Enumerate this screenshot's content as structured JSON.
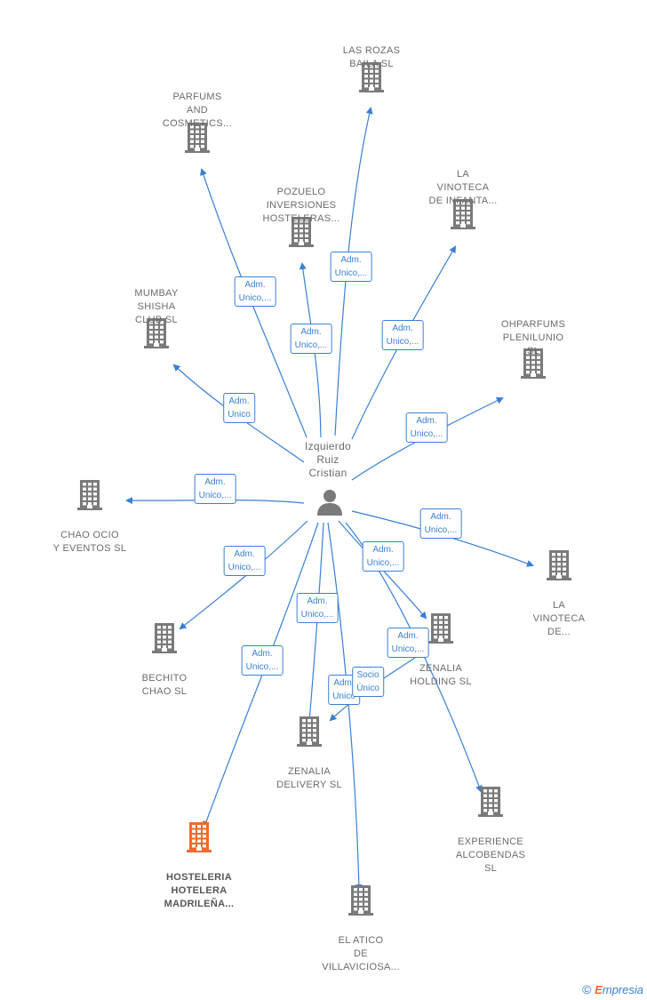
{
  "center": {
    "label_lines": [
      "Izquierdo",
      "Ruiz",
      "Cristian"
    ]
  },
  "nodes": [
    {
      "id": "n1",
      "label_lines": [
        "LAS ROZAS",
        "BAILA  SL"
      ],
      "highlight": false
    },
    {
      "id": "n2",
      "label_lines": [
        "PARFUMS",
        "AND",
        "COSMETICS..."
      ],
      "highlight": false
    },
    {
      "id": "n3",
      "label_lines": [
        "POZUELO",
        "INVERSIONES",
        "HOSTELERAS..."
      ],
      "highlight": false
    },
    {
      "id": "n4",
      "label_lines": [
        "LA",
        "VINOTECA",
        "DE INFANTA..."
      ],
      "highlight": false
    },
    {
      "id": "n5",
      "label_lines": [
        "MUMBAY",
        "SHISHA",
        "CLUB  SL"
      ],
      "highlight": false
    },
    {
      "id": "n6",
      "label_lines": [
        "OHPARFUMS",
        "PLENILUNIO",
        "SL"
      ],
      "highlight": false
    },
    {
      "id": "n7",
      "label_lines": [
        "CHAO OCIO",
        "Y EVENTOS  SL"
      ],
      "highlight": false
    },
    {
      "id": "n8",
      "label_lines": [
        "LA",
        "VINOTECA",
        "DE..."
      ],
      "highlight": false
    },
    {
      "id": "n9",
      "label_lines": [
        "BECHITO",
        "CHAO  SL"
      ],
      "highlight": false
    },
    {
      "id": "n10",
      "label_lines": [
        "ZENALIA",
        "HOLDING  SL"
      ],
      "highlight": false
    },
    {
      "id": "n11",
      "label_lines": [
        "ZENALIA",
        "DELIVERY  SL"
      ],
      "highlight": false
    },
    {
      "id": "n12",
      "label_lines": [
        "EXPERIENCE",
        "ALCOBENDAS",
        "SL"
      ],
      "highlight": false
    },
    {
      "id": "n13",
      "label_lines": [
        "HOSTELERIA",
        "HOTELERA",
        "MADRILEÑA..."
      ],
      "highlight": true
    },
    {
      "id": "n14",
      "label_lines": [
        "EL ATICO",
        "DE",
        "VILLAVICIOSA..."
      ],
      "highlight": false
    }
  ],
  "edge_labels": [
    {
      "id": "e1",
      "lines": [
        "Adm.",
        "Unico,..."
      ]
    },
    {
      "id": "e2",
      "lines": [
        "Adm.",
        "Unico,..."
      ]
    },
    {
      "id": "e3",
      "lines": [
        "Adm.",
        "Unico,..."
      ]
    },
    {
      "id": "e4",
      "lines": [
        "Adm.",
        "Unico,..."
      ]
    },
    {
      "id": "e5",
      "lines": [
        "Adm.",
        "Unico"
      ]
    },
    {
      "id": "e6",
      "lines": [
        "Adm.",
        "Unico,..."
      ]
    },
    {
      "id": "e7",
      "lines": [
        "Adm.",
        "Unico,..."
      ]
    },
    {
      "id": "e8",
      "lines": [
        "Adm.",
        "Unico,..."
      ]
    },
    {
      "id": "e9",
      "lines": [
        "Adm.",
        "Unico,..."
      ]
    },
    {
      "id": "e10",
      "lines": [
        "Adm.",
        "Unico,..."
      ]
    },
    {
      "id": "e11",
      "lines": [
        "Adm.",
        "Unico,..."
      ]
    },
    {
      "id": "e12",
      "lines": [
        "Adm.",
        "Unico,..."
      ]
    },
    {
      "id": "e13",
      "lines": [
        "Adm.",
        "Unico,..."
      ]
    },
    {
      "id": "e14",
      "lines": [
        "Adm.",
        "Unico"
      ]
    },
    {
      "id": "e15",
      "lines": [
        "Socio",
        "Único"
      ]
    }
  ],
  "colors": {
    "edge": "#3a7fd5",
    "node": "#7a7a7a",
    "highlight": "#f26a2e"
  },
  "footer": {
    "copyright": "©",
    "brand_initial": "E",
    "brand_rest": "mpresia"
  }
}
